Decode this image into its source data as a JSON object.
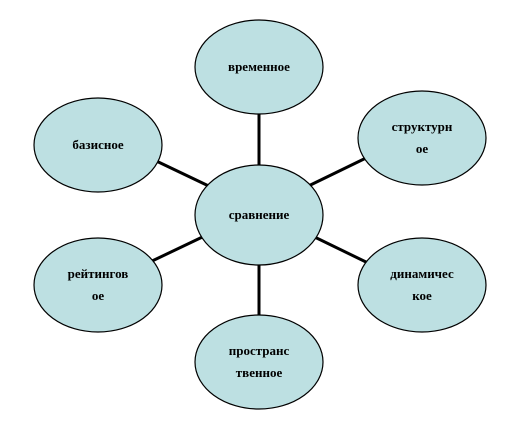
{
  "diagram": {
    "center": {
      "id": "center",
      "text": "сравнение"
    },
    "nodes": [
      {
        "id": "top",
        "text": "временное"
      },
      {
        "id": "top-right",
        "text": "структурн\nое"
      },
      {
        "id": "bottom-right",
        "text": "динамичес\nкое"
      },
      {
        "id": "bottom",
        "text": "пространс\nтвенное"
      },
      {
        "id": "bottom-left",
        "text": "рейтингов\nое"
      },
      {
        "id": "top-left",
        "text": "базисное"
      }
    ],
    "colors": {
      "bubble_fill": "#bde0e2",
      "bubble_stroke": "#000000",
      "connector": "#000000",
      "text": "#000000"
    }
  }
}
